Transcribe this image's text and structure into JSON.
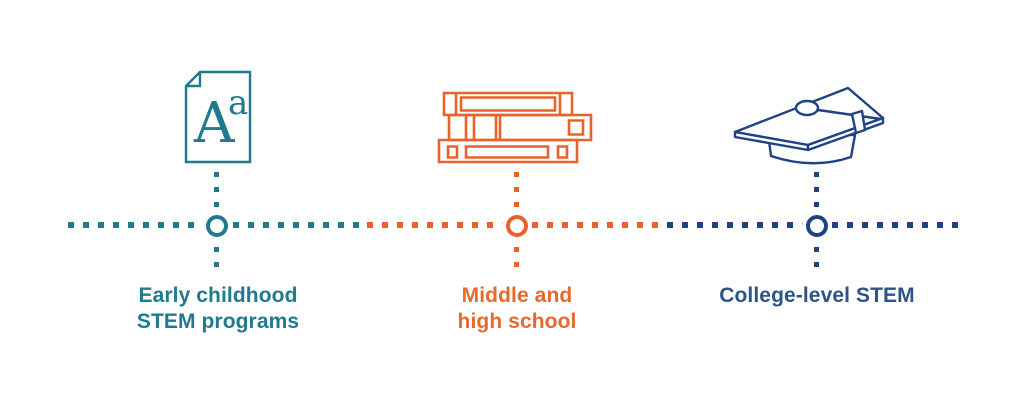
{
  "colors": {
    "teal": "#1E7A8C",
    "orange": "#E8632B",
    "navy": "#1F4287",
    "teal_text": "#1E7A8E",
    "orange_text": "#E66A2E",
    "navy_text": "#2E5384"
  },
  "timeline": {
    "items": [
      {
        "id": "early-childhood",
        "icon": "document-aa-icon",
        "label_line1": "Early childhood",
        "label_line2": "STEM programs",
        "color": "#1E7A8C"
      },
      {
        "id": "middle-high-school",
        "icon": "books-stack-icon",
        "label_line1": "Middle and",
        "label_line2": "high school",
        "color": "#E8632B"
      },
      {
        "id": "college",
        "icon": "graduation-cap-icon",
        "label_line1": "College-level STEM",
        "label_line2": "",
        "color": "#1F4287"
      }
    ]
  },
  "document_icon": {
    "capital": "A",
    "lowercase": "a"
  }
}
